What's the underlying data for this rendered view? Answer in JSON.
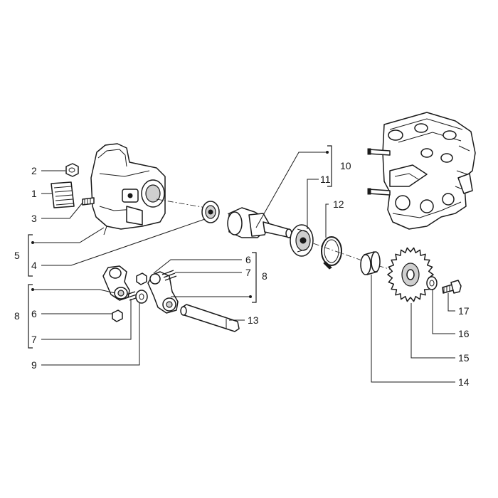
{
  "diagram": {
    "callouts": {
      "c1": "1",
      "c2": "2",
      "c3": "3",
      "c4": "4",
      "c5": "5",
      "c6a": "6",
      "c6b": "6",
      "c7a": "7",
      "c7b": "7",
      "c8a": "8",
      "c8b": "8",
      "c9": "9",
      "c10": "10",
      "c11": "11",
      "c12": "12",
      "c13": "13",
      "c14": "14",
      "c15": "15",
      "c16": "16",
      "c17": "17"
    }
  }
}
